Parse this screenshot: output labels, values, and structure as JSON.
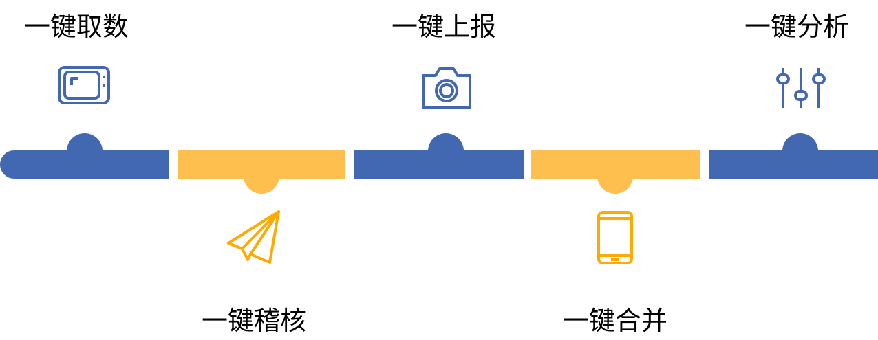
{
  "steps": [
    {
      "label": "一键取数",
      "icon": "tv-icon",
      "position": "top",
      "color": "#4268B1"
    },
    {
      "label": "一键稽核",
      "icon": "paper-plane-icon",
      "position": "bottom",
      "color": "#FFBF4F"
    },
    {
      "label": "一键上报",
      "icon": "camera-icon",
      "position": "top",
      "color": "#4268B1"
    },
    {
      "label": "一键合并",
      "icon": "smartphone-icon",
      "position": "bottom",
      "color": "#FFBF4F"
    },
    {
      "label": "一键分析",
      "icon": "sliders-icon",
      "position": "top",
      "color": "#4268B1"
    }
  ],
  "colors": {
    "blue": "#4268B1",
    "yellow": "#FFBF4F",
    "icon_yellow": "#FFAA00"
  }
}
